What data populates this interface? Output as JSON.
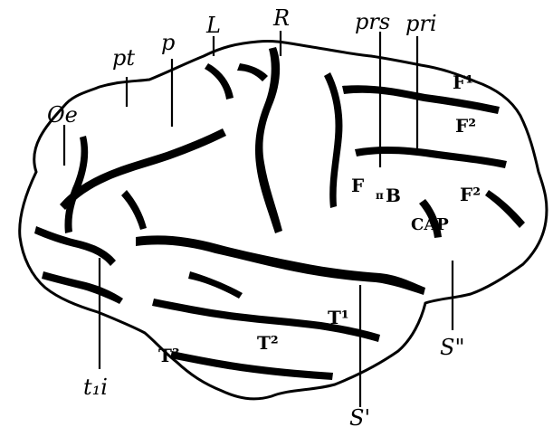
{
  "diagram": {
    "labels": {
      "Oe": "Oe",
      "pt": "pt",
      "p": "p",
      "L": "L",
      "R": "R",
      "prs": "prs",
      "pri": "pri",
      "F1": "F¹",
      "F2_upper": "F²",
      "F2_lower": "F²",
      "F": "F",
      "B": "B",
      "pi_small": "π",
      "CAP": "CAP",
      "T1": "T¹",
      "T2": "T²",
      "T3": "T³",
      "S_double": "S\"",
      "S_prime": "S'",
      "t1i": "t₁i"
    },
    "colors": {
      "ink": "#000000",
      "paper": "#ffffff"
    }
  }
}
